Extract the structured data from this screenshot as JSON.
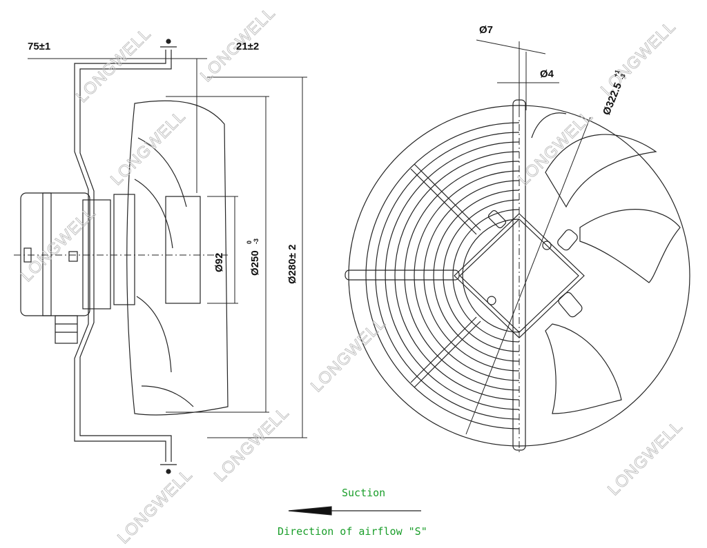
{
  "labels": {
    "dim_75": "75±1",
    "dim_21": "21±2",
    "dim_7": "Ø7",
    "dim_4": "Ø4",
    "dim_92": "Ø92",
    "dim_250": "Ø250",
    "dim_250_tol": "0",
    "dim_250_tol2": "-3",
    "dim_280": "Ø280± 2",
    "dim_322": "Ø322.5",
    "dim_322_tol": "+1",
    "dim_322_tol2": "-3",
    "suction": "Suction",
    "airflow": "Direction of airflow \"S\""
  },
  "watermark": "LONGWELL",
  "colors": {
    "line": "#222222",
    "note": "#1a9e2a",
    "watermark": "#bdbdbd"
  }
}
